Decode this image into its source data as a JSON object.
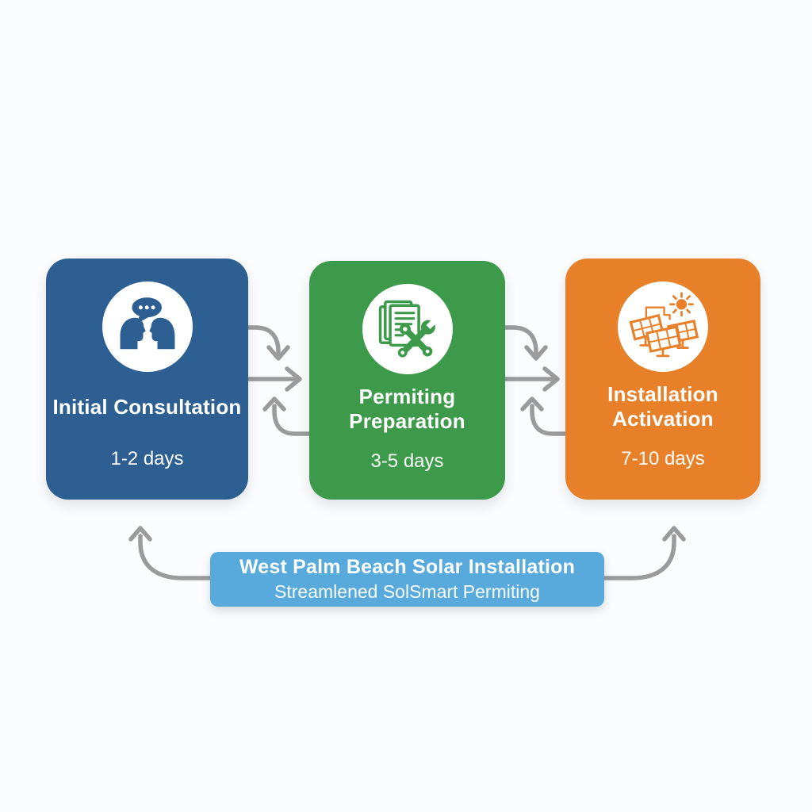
{
  "colors": {
    "background": "#fbfcfd",
    "arrow": "#9b9b9b",
    "step1": "#2d5f92",
    "step2": "#3e9a4b",
    "step3": "#e8802a",
    "banner": "#58aadd",
    "card_text": "#ffffff"
  },
  "steps": [
    {
      "title": "Initial Consultation",
      "duration": "1-2 days",
      "icon": "consultation-chat-icon"
    },
    {
      "title": "Permiting Preparation",
      "duration": "3-5 days",
      "icon": "documents-tools-icon"
    },
    {
      "title": "Installation Activation",
      "duration": "7-10 days",
      "icon": "solar-panels-sun-icon"
    }
  ],
  "banner": {
    "title": "West Palm Beach Solar Installation",
    "subtitle": "Streamlened SolSmart Permiting"
  }
}
